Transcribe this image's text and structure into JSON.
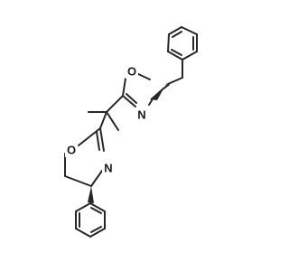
{
  "molecule": {
    "atoms": {
      "o_upper": "O",
      "n_upper": "N",
      "o_lower": "O",
      "n_lower": "N"
    }
  },
  "colors": {
    "bond": "#262626",
    "label": "#1a1a1a",
    "background": "#ffffff"
  }
}
